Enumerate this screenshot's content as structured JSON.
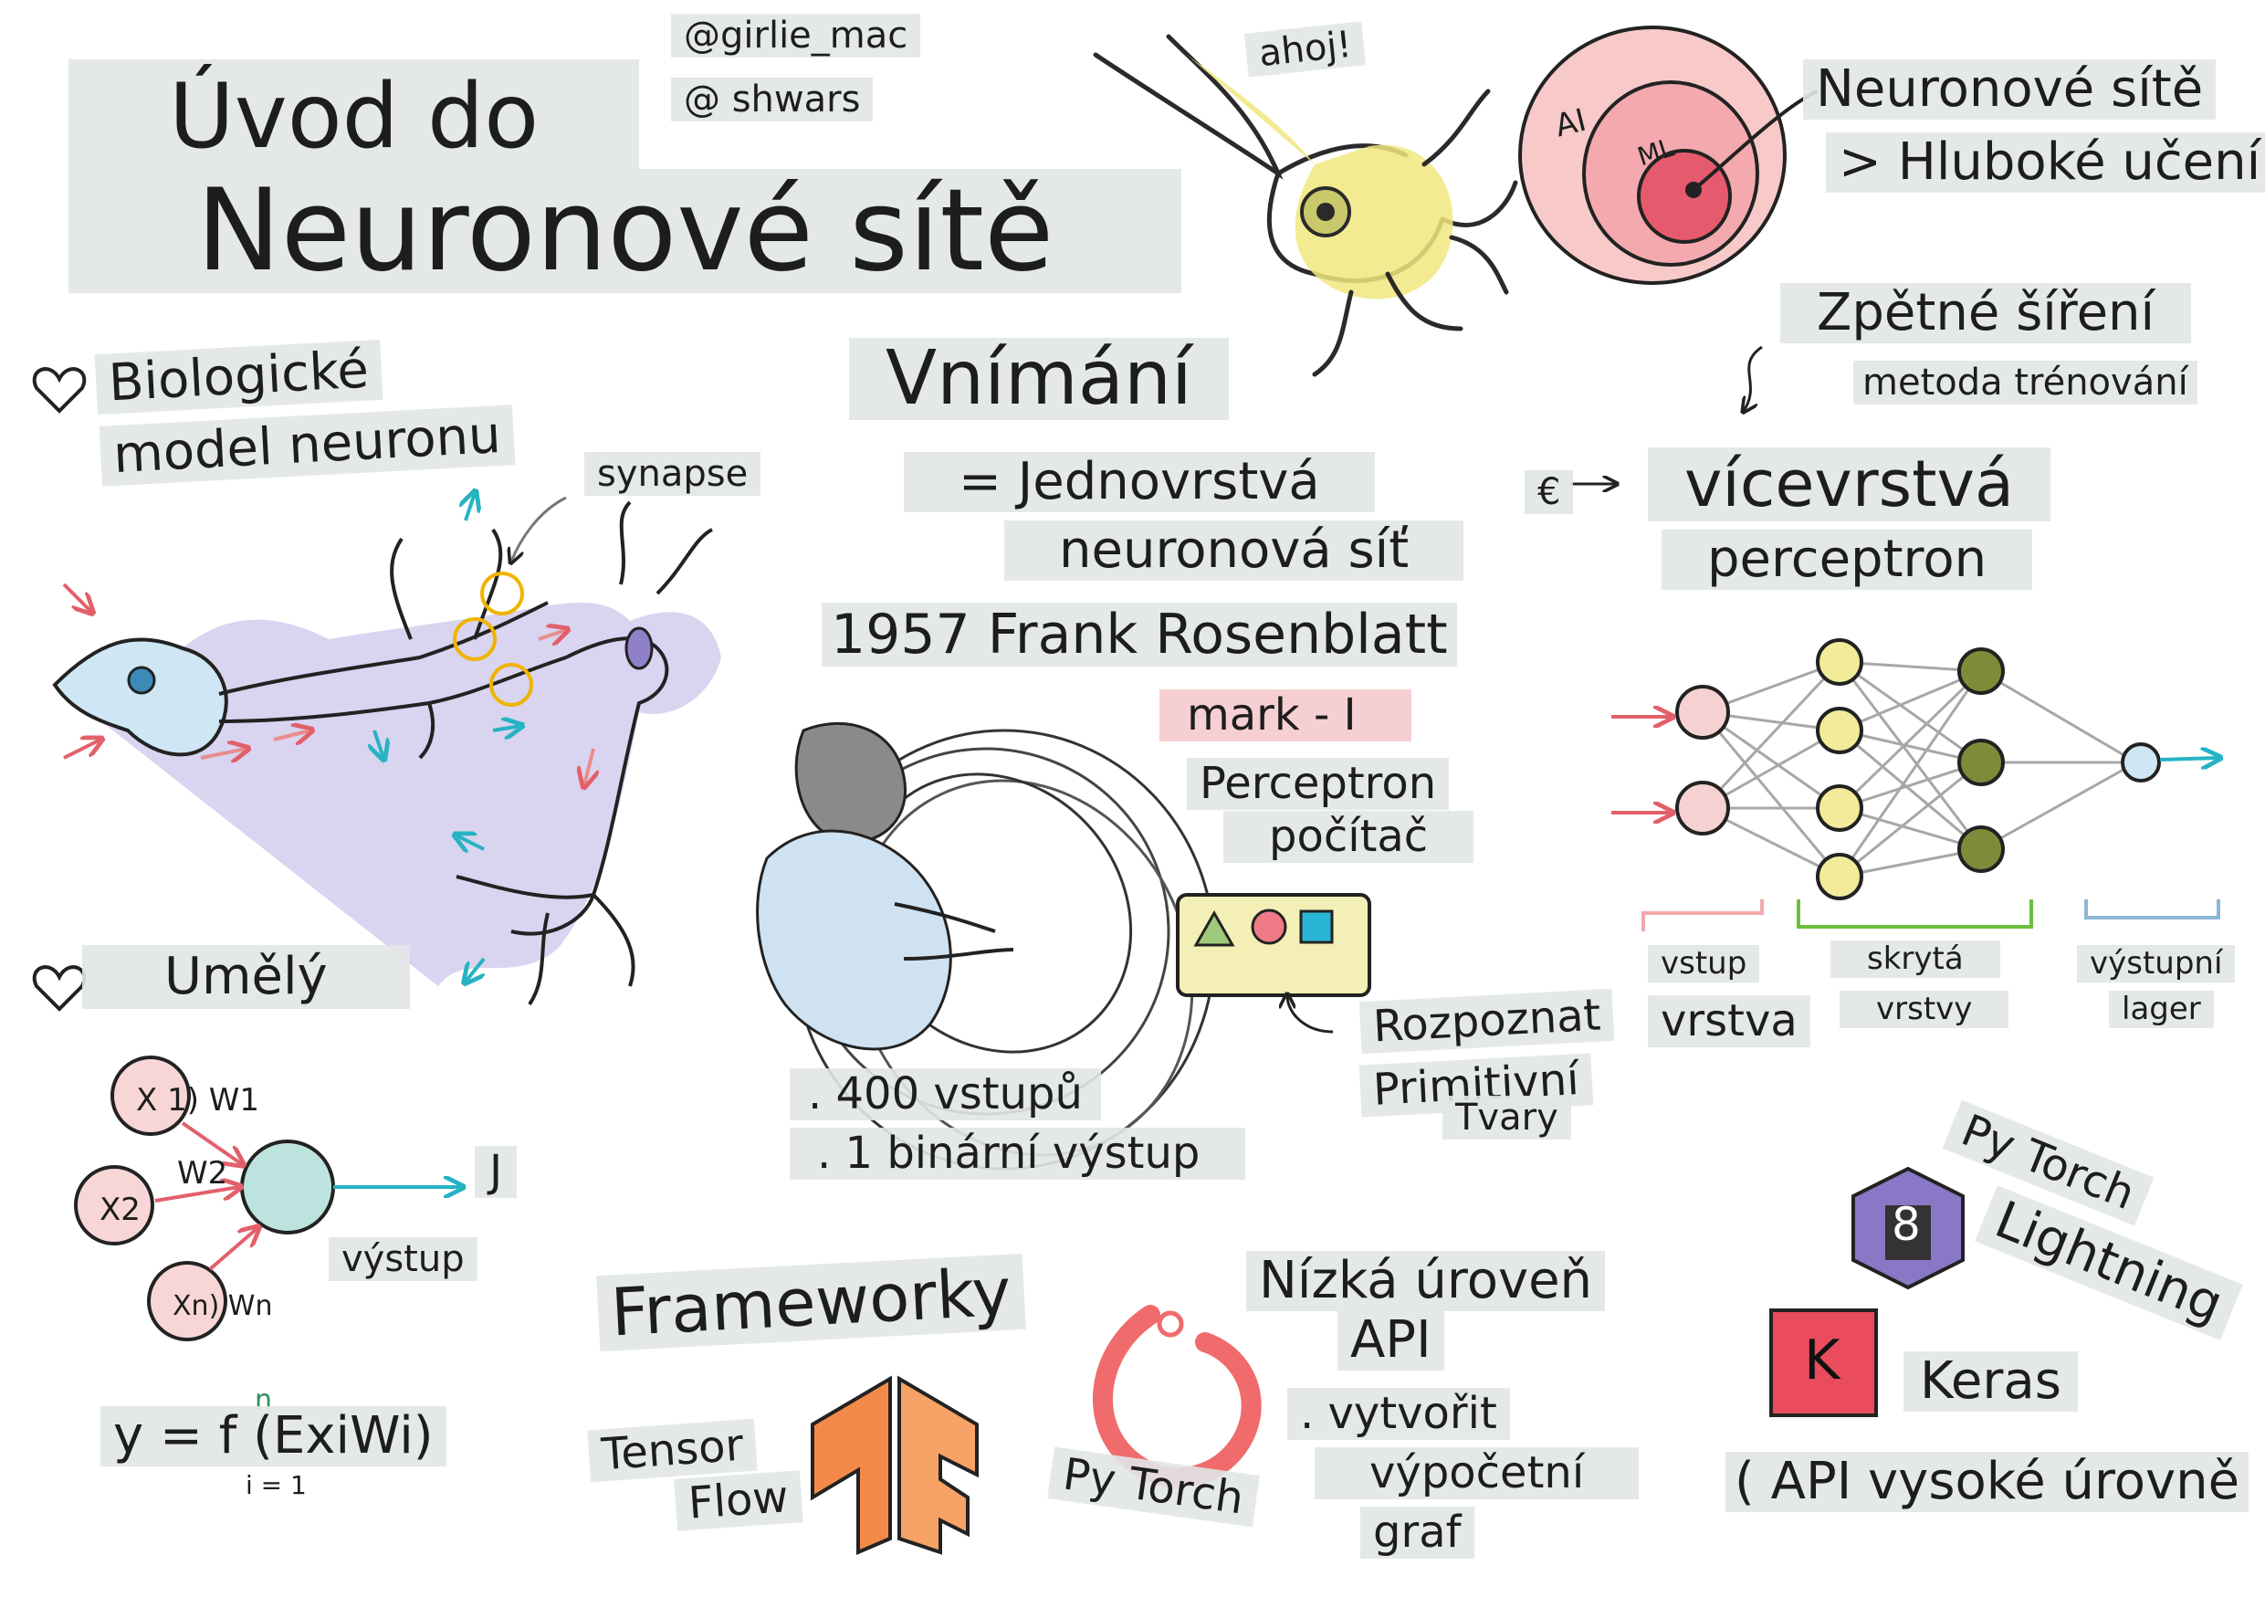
{
  "title": {
    "line1": "Úvod do",
    "line2": "Neuronové sítě"
  },
  "authors": [
    "@girlie_mac",
    "@ shwars"
  ],
  "greeting": "ahoj!",
  "venn": {
    "outer": "AI",
    "inner": "ML",
    "caption_line1": "Neuronové sítě",
    "caption_line2": "> Hluboké učení"
  },
  "bio": {
    "line1": "Biologické",
    "line2": "model neuronu",
    "synapse": "synapse"
  },
  "perceptron": {
    "heading": "Vnímání",
    "def_line1": "= Jednovrstvá",
    "def_line2": "neuronová síť",
    "history": "1957 Frank Rosenblatt",
    "mark": "mark - I",
    "computer_line1": "Perceptron",
    "computer_line2": "počítač",
    "inputs": ". 400 vstupů",
    "output": ". 1 binární výstup",
    "recognize_line1": "Rozpoznat",
    "recognize_line2": "Primitivní",
    "recognize_line3": "Tvary"
  },
  "backprop": {
    "line1": "Zpětné šíření",
    "line2": "metoda trénování"
  },
  "mlp": {
    "epsilon": "€",
    "line1": "vícevrstvá",
    "line2": "perceptron",
    "input_line1": "vstup",
    "input_line2": "vrstva",
    "hidden_line1": "skrytá",
    "hidden_line2": "vrstvy",
    "output_line1": "výstupní",
    "output_line2": "lager"
  },
  "artificial": {
    "heading": "Umělý",
    "x1": "X 1) W1",
    "w2": "W2",
    "x2": "X2",
    "xn": "Xn) Wn",
    "output": "výstup",
    "y": "J",
    "formula": "y = f (ExiWi)",
    "subscript": "i = 1",
    "superscript": "n"
  },
  "frameworks": {
    "heading": "Frameworky",
    "tensorflow_line1": "Tensor",
    "tensorflow_line2": "Flow",
    "pytorch": "Py Torch",
    "lowlevel_line1": "Nízká úroveň",
    "lowlevel_line2": "API",
    "create_line1": ". vytvořit",
    "create_line2": "výpočetní",
    "create_line3": "graf",
    "lightning_line1": "Py Torch",
    "lightning_line2": "Lightning",
    "lightning_badge": "8",
    "keras_badge": "K",
    "keras": "Keras",
    "highlevel": "( API vysoké úrovně"
  },
  "colors": {
    "pink": "#f4b6b8",
    "red": "#e2606a",
    "teal": "#26b3c4",
    "yellow": "#f0e27a",
    "lavender": "#c9c3e6",
    "green": "#7a8a3a",
    "sky": "#cfe6f4"
  }
}
